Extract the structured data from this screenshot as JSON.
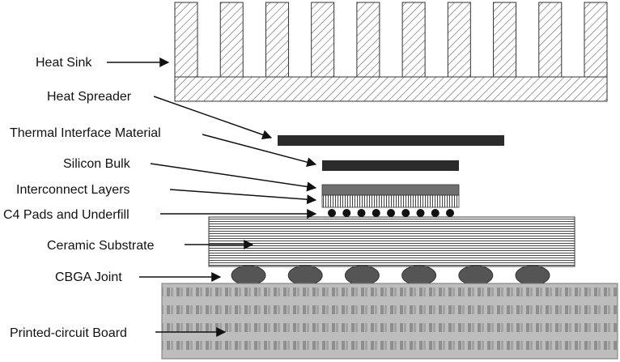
{
  "labels": {
    "heat_sink": "Heat Sink",
    "heat_spreader": "Heat Spreader",
    "thermal_interface_material": "Thermal Interface Material",
    "silicon_bulk": "Silicon Bulk",
    "interconnect_layers": "Interconnect Layers",
    "c4_pads_and_underfill": "C4 Pads and Underfill",
    "ceramic_substrate": "Ceramic Substrate",
    "cbga_joint": "CBGA Joint",
    "printed_circuit_board": "Printed-circuit Board"
  },
  "components": {
    "heat_sink_fin_count": 10,
    "c4_pad_count": 9,
    "cbga_joint_count": 6
  },
  "colors": {
    "outline": "#333333",
    "hatch": "#555555",
    "layer_dark": "#2b2b2b",
    "interconnect_fill": "#6f6f6f",
    "ball_fill": "#555555",
    "pcb_fill": "#bdbdbd",
    "pcb_pattern": "#8e8e8e",
    "arrow": "#111111",
    "text": "#111111"
  }
}
